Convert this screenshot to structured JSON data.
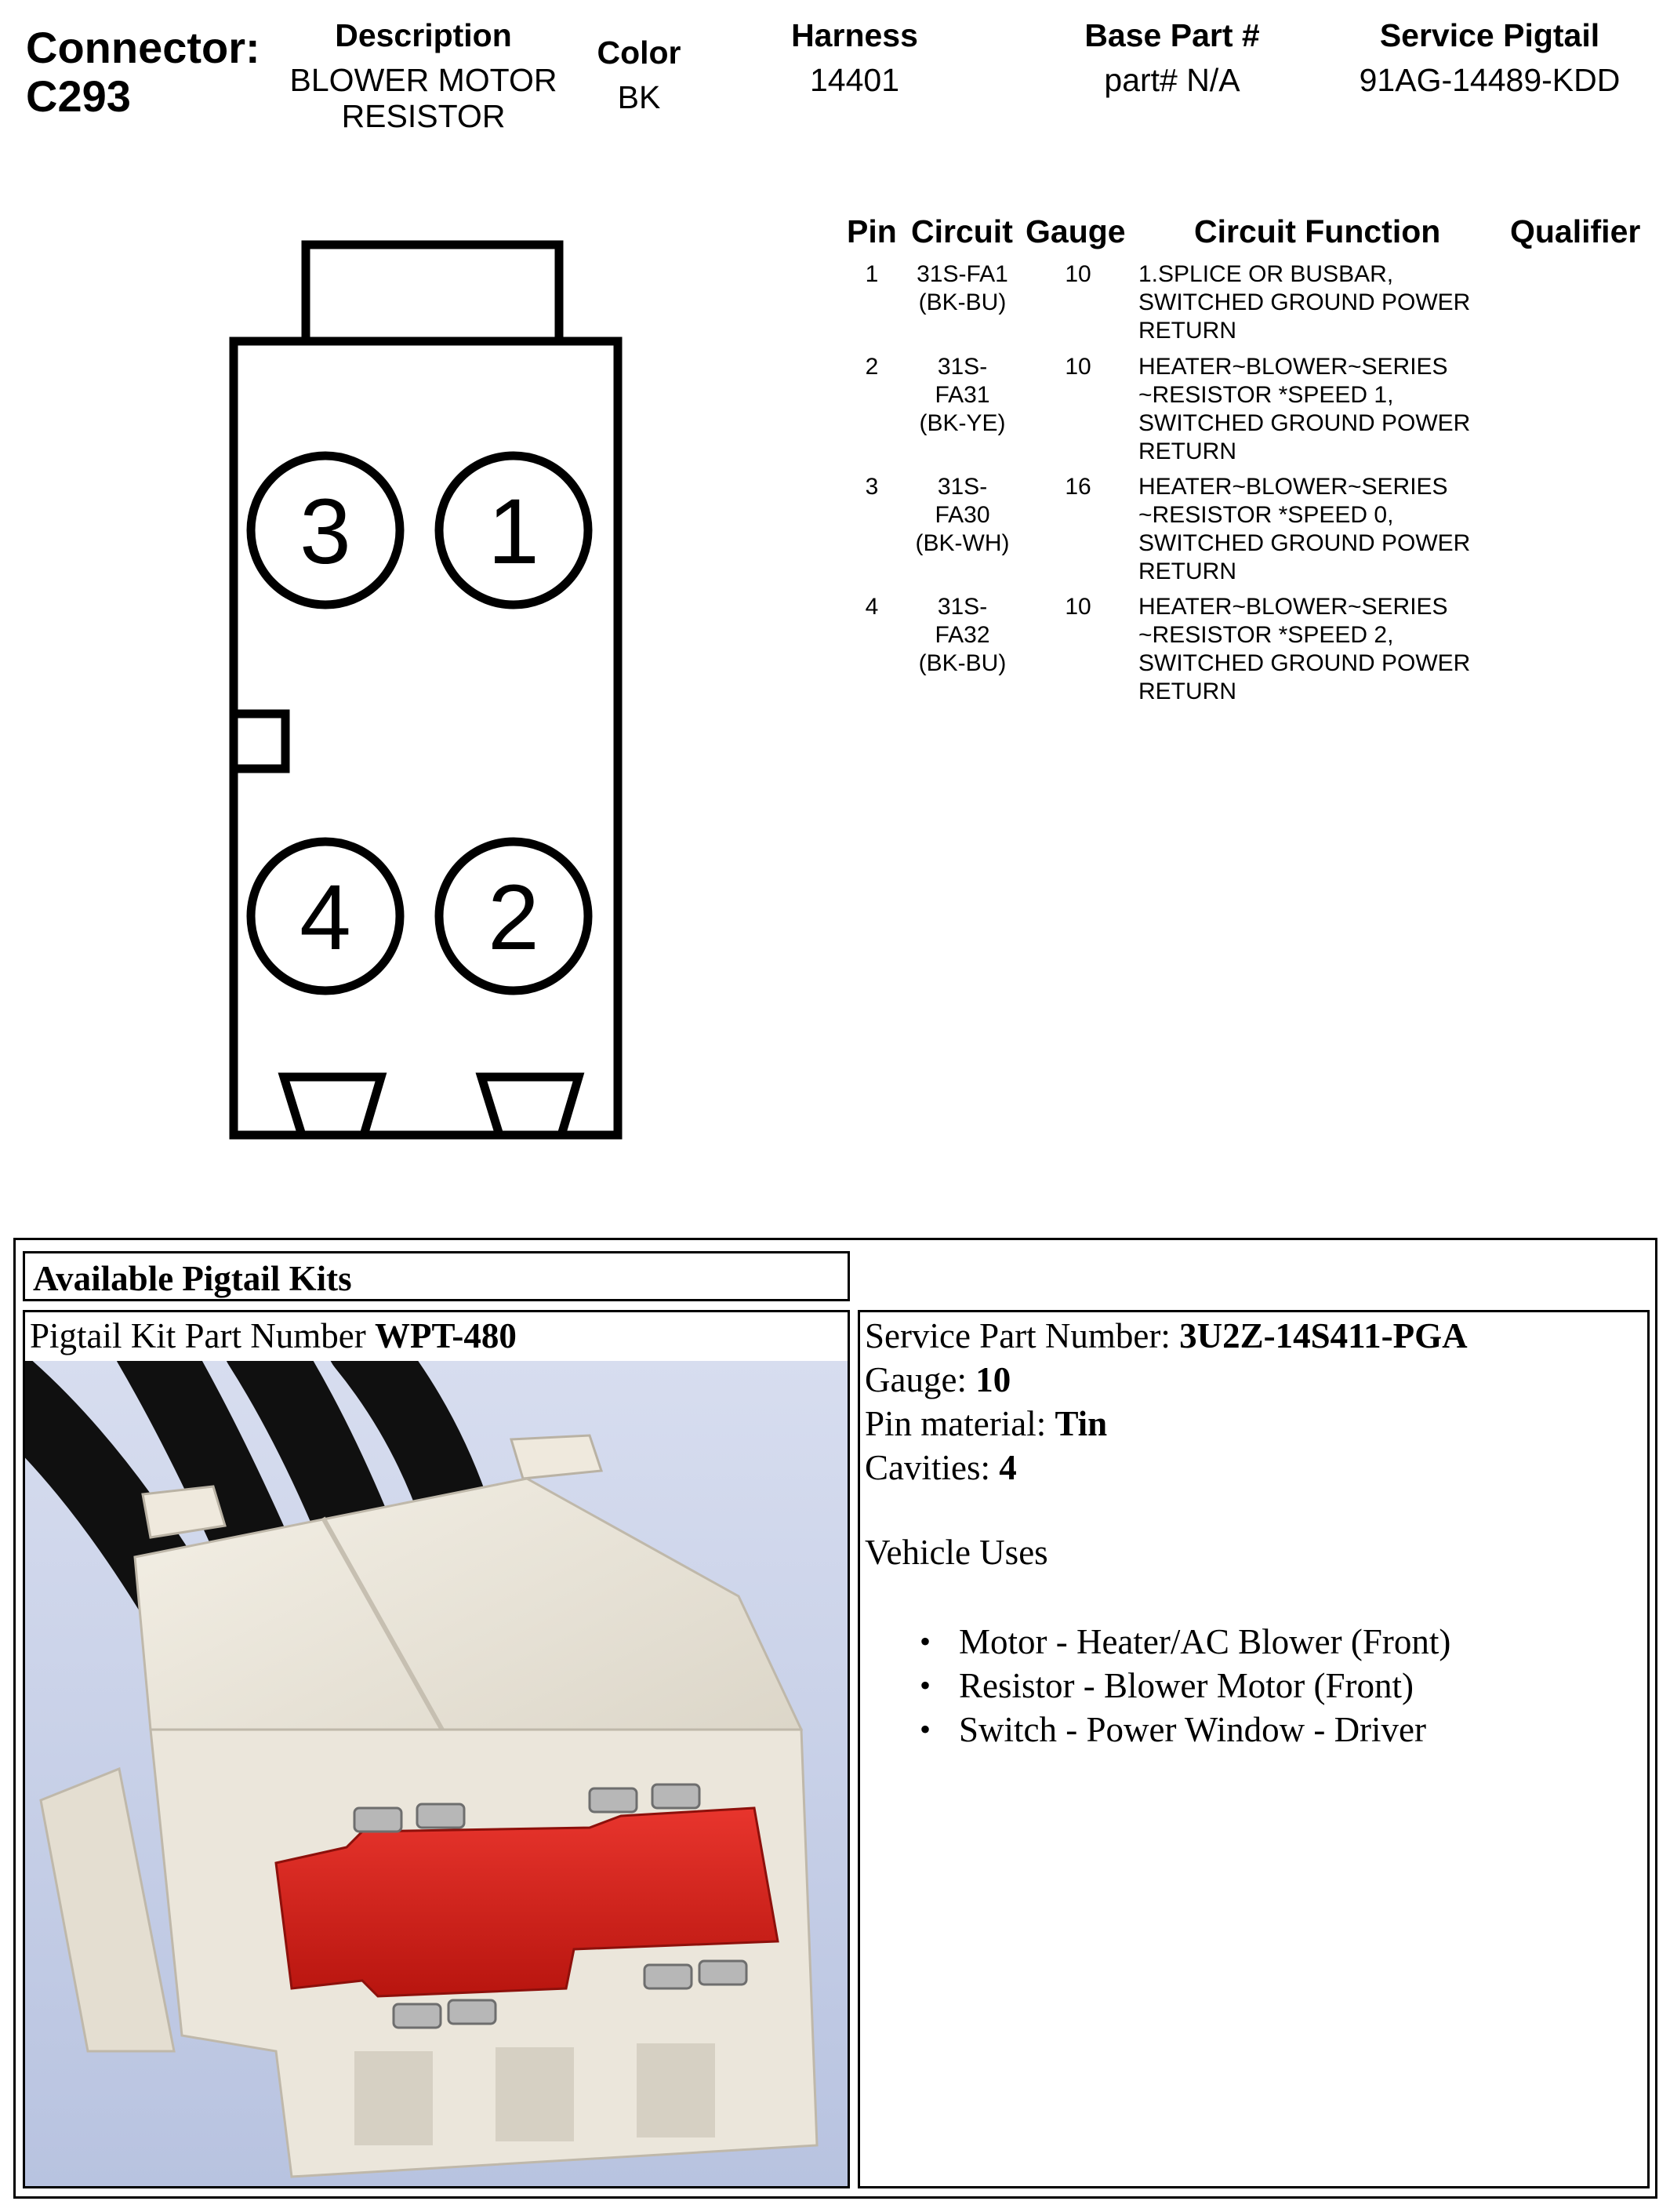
{
  "header": {
    "connector_label": "Connector:",
    "connector_id": "C293",
    "description_label": "Description",
    "description_line1": "BLOWER MOTOR",
    "description_line2": "RESISTOR",
    "color_label": "Color",
    "color_value": "BK",
    "harness_label": "Harness",
    "harness_value": "14401",
    "base_part_label": "Base Part #",
    "base_part_value": "part# N/A",
    "service_pigtail_label": "Service Pigtail",
    "service_pigtail_value": "91AG-14489-KDD"
  },
  "diagram": {
    "pin_labels": [
      "3",
      "1",
      "4",
      "2"
    ]
  },
  "pin_table": {
    "headers": {
      "pin": "Pin",
      "circuit": "Circuit",
      "gauge": "Gauge",
      "function": "Circuit Function",
      "qualifier": "Qualifier"
    },
    "rows": [
      {
        "pin": "1",
        "circuit": [
          "31S-FA1",
          "(BK-BU)"
        ],
        "gauge": "10",
        "function": [
          "1.SPLICE OR BUSBAR,",
          "SWITCHED GROUND POWER",
          "RETURN"
        ]
      },
      {
        "pin": "2",
        "circuit": [
          "31S-",
          "FA31",
          "(BK-YE)"
        ],
        "gauge": "10",
        "function": [
          "HEATER~BLOWER~SERIES",
          "~RESISTOR *SPEED 1,",
          "SWITCHED GROUND POWER",
          "RETURN"
        ]
      },
      {
        "pin": "3",
        "circuit": [
          "31S-",
          "FA30",
          "(BK-WH)"
        ],
        "gauge": "16",
        "function": [
          "HEATER~BLOWER~SERIES",
          "~RESISTOR *SPEED 0,",
          "SWITCHED GROUND POWER",
          "RETURN"
        ]
      },
      {
        "pin": "4",
        "circuit": [
          "31S-",
          "FA32",
          "(BK-BU)"
        ],
        "gauge": "10",
        "function": [
          "HEATER~BLOWER~SERIES",
          "~RESISTOR *SPEED 2,",
          "SWITCHED GROUND POWER",
          "RETURN"
        ]
      }
    ]
  },
  "kits": {
    "title": "Available Pigtail Kits",
    "kit_label": "Pigtail Kit Part Number ",
    "kit_number": "WPT-480",
    "service_part_label": "Service Part Number: ",
    "service_part_value": "3U2Z-14S411-PGA",
    "gauge_label": "Gauge: ",
    "gauge_value": "10",
    "pin_material_label": "Pin material: ",
    "pin_material_value": "Tin",
    "cavities_label": "Cavities: ",
    "cavities_value": "4",
    "vehicle_uses_label": "Vehicle Uses",
    "vehicle_uses": [
      "Motor - Heater/AC Blower (Front)",
      "Resistor - Blower Motor (Front)",
      "Switch - Power Window - Driver"
    ]
  },
  "colors": {
    "photo_bg": "#c9d2ea",
    "connector_body": "#ece7dc",
    "lock_red": "#d8201c",
    "wire": "#111111"
  }
}
